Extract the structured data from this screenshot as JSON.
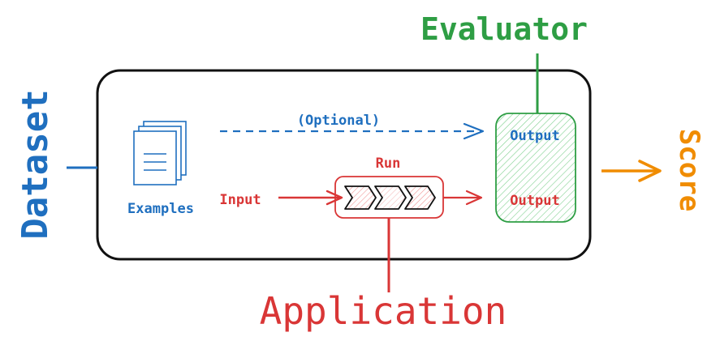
{
  "labels": {
    "dataset": "Dataset",
    "evaluator": "Evaluator",
    "application": "Application",
    "score": "Score",
    "examples": "Examples",
    "optional": "(Optional)",
    "input": "Input",
    "run": "Run",
    "output_reference": "Output",
    "output_run": "Output"
  },
  "colors": {
    "dataset": "#1f6fbf",
    "evaluator": "#2e9e44",
    "application": "#d93636",
    "score": "#f08c00",
    "frame": "#111111"
  }
}
